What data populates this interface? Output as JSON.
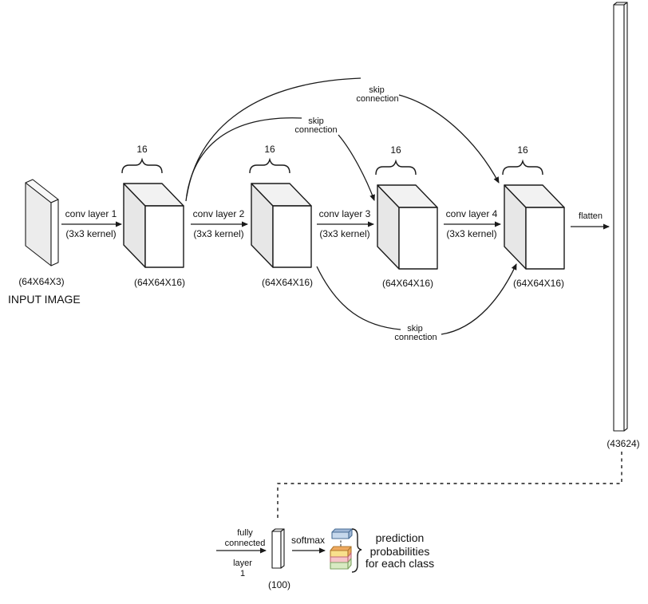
{
  "figure": {
    "input": {
      "dims": "(64X64X3)",
      "label": "INPUT IMAGE"
    },
    "filters_label": "16",
    "conv_layers": [
      {
        "name": "conv layer 1",
        "kernel": "(3x3 kernel)",
        "output_dims": "(64X64X16)"
      },
      {
        "name": "conv layer 2",
        "kernel": "(3x3 kernel)",
        "output_dims": "(64X64X16)"
      },
      {
        "name": "conv layer 3",
        "kernel": "(3x3 kernel)",
        "output_dims": "(64X64X16)"
      },
      {
        "name": "conv layer 4",
        "kernel": "(3x3 kernel)",
        "output_dims": "(64X64X16)"
      }
    ],
    "skip_label": {
      "line1": "skip",
      "line2": "connection"
    },
    "flatten": {
      "label": "flatten",
      "output_dims": "(43624)"
    },
    "fully_connected": {
      "line1": "fully",
      "line2": "connected",
      "line3": "layer",
      "line4": "1",
      "output_dims": "(100)"
    },
    "softmax": {
      "label": "softmax"
    },
    "prediction": {
      "line1": "prediction",
      "line2": "probabilities",
      "line3": "for each class"
    },
    "colors": {
      "class_box_blue_front": "#c6d8ec",
      "class_box_blue_top": "#9fb7d5",
      "class_box_yellow_front": "#f8e08c",
      "class_box_yellow_top": "#efa95e",
      "class_box_pink_front": "#f7c3c8",
      "class_box_green_front": "#d8eac2",
      "line": "#1a1a1a"
    }
  }
}
